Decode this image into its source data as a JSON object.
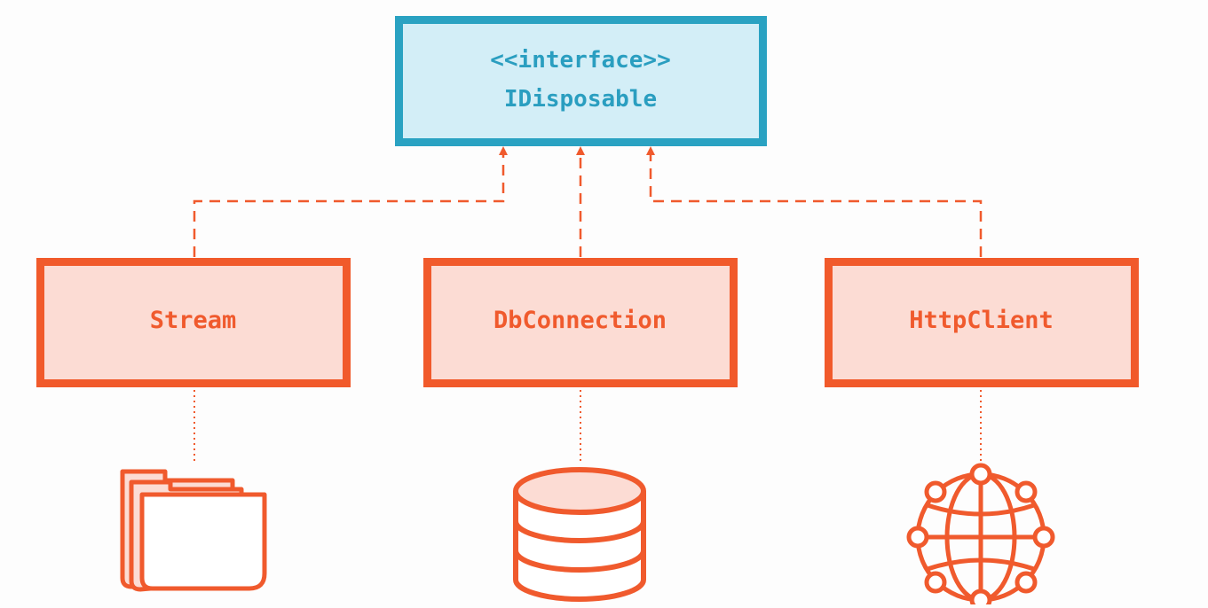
{
  "colors": {
    "interface_border": "#2aa2c2",
    "interface_fill": "#d3eef7",
    "interface_text": "#2a9ec0",
    "class_border": "#f15a2b",
    "class_fill": "#fcdcd4",
    "class_text": "#f05a2d",
    "connector": "#f05a2d",
    "icon_stroke": "#f05a2d",
    "icon_fill": "#fcdcd4",
    "background": "#fdfdfd"
  },
  "interface": {
    "stereotype": "<<interface>>",
    "name": "IDisposable"
  },
  "classes": [
    {
      "name": "Stream",
      "icon": "folders-icon"
    },
    {
      "name": "DbConnection",
      "icon": "database-icon"
    },
    {
      "name": "HttpClient",
      "icon": "globe-network-icon"
    }
  ]
}
